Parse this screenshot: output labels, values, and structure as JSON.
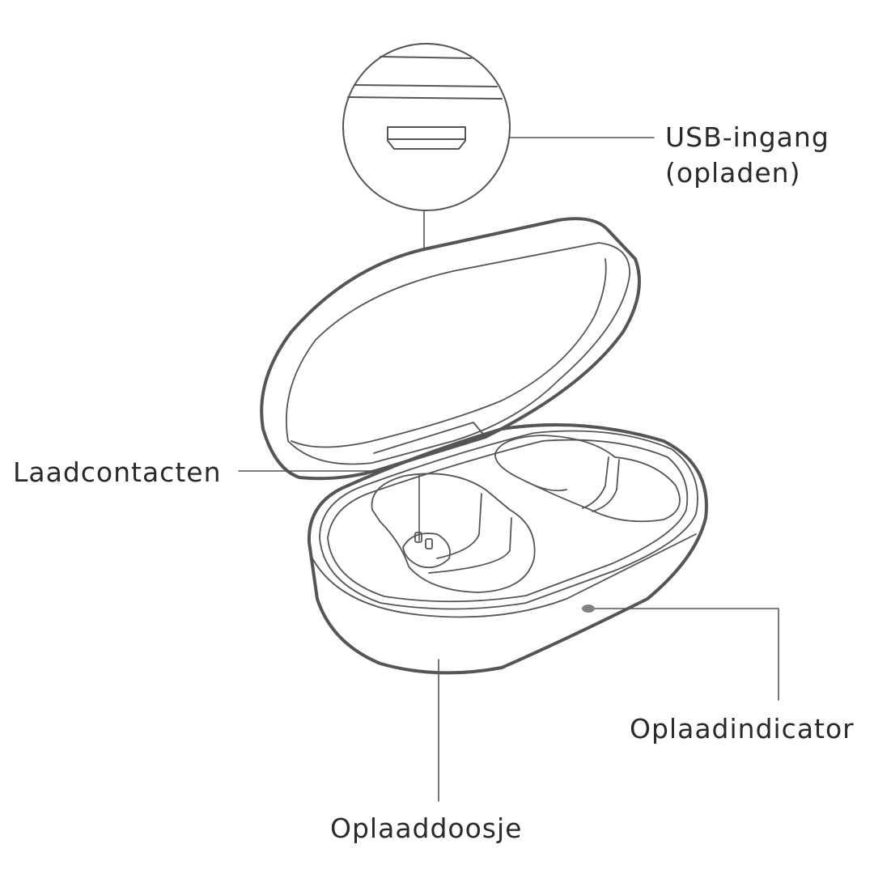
{
  "labels": {
    "usb_line1": "USB-ingang",
    "usb_line2": "(opladen)",
    "contacts": "Laadcontacten",
    "indicator": "Oplaadindicator",
    "case": "Oplaaddoosje"
  },
  "colors": {
    "stroke": "#555555",
    "indicator": "#808080"
  }
}
